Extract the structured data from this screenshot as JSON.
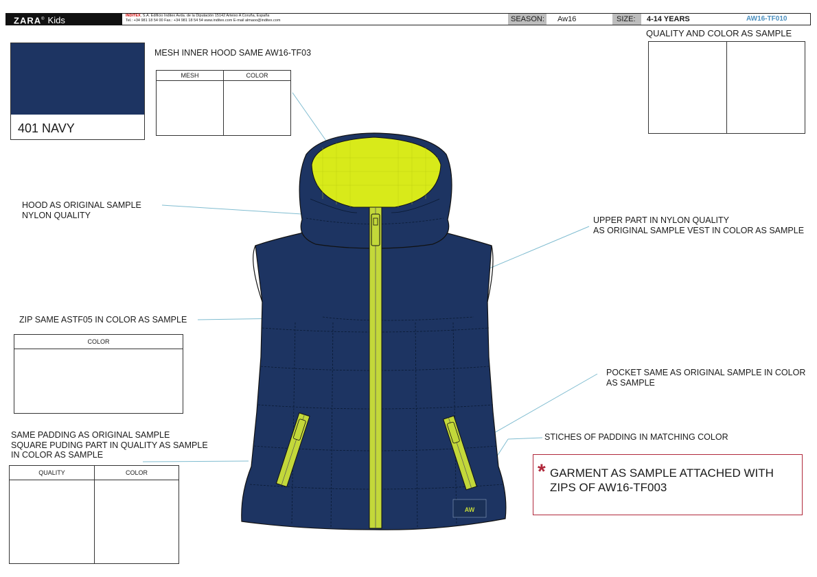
{
  "header": {
    "brand": "ZARA",
    "reg": "®",
    "brand_sub": "Kids",
    "company": "INDITEX",
    "address_line1": ", S.A. Edificio Inditex Avda. de la Diputación 15142 Arteixo A Coruña, España",
    "address_line2": "Tel.: +34 981 18 54 00 Fax.: +34 981 18 54 54 www.inditex.com E-mail almaoo@inditex.com",
    "season_label": "SEASON:",
    "season_value": "Aw16",
    "size_label": "SIZE:",
    "size_value": "4-14 YEARS",
    "reference": "AW16-TF010"
  },
  "swatch": {
    "name": "401 NAVY",
    "color": "#1d3462"
  },
  "mesh_note": "MESH INNER HOOD SAME AW16-TF03",
  "mesh_table": {
    "col1": "MESH",
    "col2": "COLOR"
  },
  "quality_color_note": "QUALITY AND COLOR AS SAMPLE",
  "annotations": {
    "hood": "HOOD AS ORIGINAL SAMPLE\nNYLON QUALITY",
    "upper": "UPPER PART IN NYLON QUALITY\nAS ORIGINAL SAMPLE VEST IN COLOR AS SAMPLE",
    "zip": "ZIP  SAME ASTF05 IN COLOR AS SAMPLE",
    "pocket": "POCKET SAME AS ORIGINAL SAMPLE IN COLOR\nAS SAMPLE",
    "padding": "SAME PADDING AS ORIGINAL SAMPLE\nSQUARE PUDING PART IN QUALITY AS SAMPLE\nIN COLOR AS SAMPLE",
    "stitches": "STICHES OF PADDING IN MATCHING COLOR"
  },
  "zip_table": {
    "col1": "COLOR"
  },
  "padding_table": {
    "col1": "QUALITY",
    "col2": "COLOR"
  },
  "note": {
    "star": "*",
    "text": "GARMENT AS SAMPLE ATTACHED WITH\nZIPS OF AW16-TF003"
  },
  "label_tag": "AW",
  "colors": {
    "navy": "#1d3462",
    "lime": "#d8ea1a",
    "zip": "#c3d83a",
    "leader": "#7fbcd0",
    "accent_red": "#b0273a",
    "ref_blue": "#4a8fbf"
  }
}
